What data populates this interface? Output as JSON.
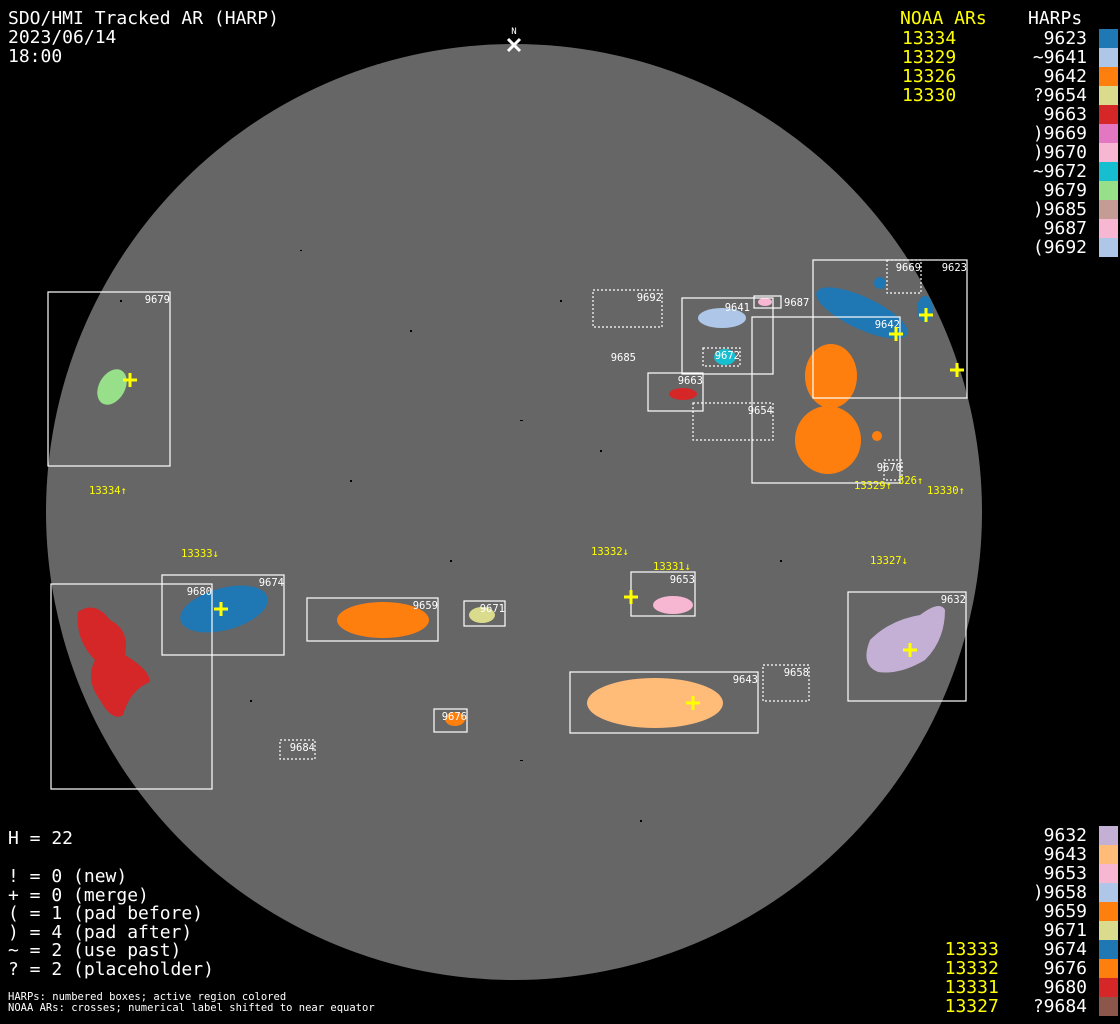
{
  "header": {
    "title": "SDO/HMI Tracked AR (HARP)",
    "date": "2023/06/14",
    "time": "18:00",
    "north_label": "N"
  },
  "legend_top": {
    "noaa_heading": "NOAA ARs",
    "harps_heading": "HARPs",
    "noaa": [
      "13334",
      "13329",
      "13326",
      "13330"
    ],
    "harps": [
      {
        "label": " 9623",
        "color": "#1f77b4"
      },
      {
        "label": "~9641",
        "color": "#aec7e8"
      },
      {
        "label": " 9642",
        "color": "#ff7f0e"
      },
      {
        "label": "?9654",
        "color": "#dbdb8d"
      },
      {
        "label": " 9663",
        "color": "#d62728"
      },
      {
        "label": ")9669",
        "color": "#e377c2"
      },
      {
        "label": ")9670",
        "color": "#f7b6d2"
      },
      {
        "label": "~9672",
        "color": "#17becf"
      },
      {
        "label": " 9679",
        "color": "#98df8a"
      },
      {
        "label": ")9685",
        "color": "#c49c94"
      },
      {
        "label": " 9687",
        "color": "#f7b6d2"
      },
      {
        "label": "(9692",
        "color": "#aec7e8"
      }
    ]
  },
  "legend_bottom": {
    "noaa": [
      "",
      "",
      "",
      "",
      "",
      "",
      "13333",
      "13332",
      "13331",
      "13327"
    ],
    "harps": [
      {
        "label": " 9632",
        "color": "#c5b0d5"
      },
      {
        "label": " 9643",
        "color": "#ffbb78"
      },
      {
        "label": " 9653",
        "color": "#f7b6d2"
      },
      {
        "label": ")9658",
        "color": "#aec7e8"
      },
      {
        "label": " 9659",
        "color": "#ff7f0e"
      },
      {
        "label": " 9671",
        "color": "#dbdb8d"
      },
      {
        "label": " 9674",
        "color": "#1f77b4"
      },
      {
        "label": " 9676",
        "color": "#ff7f0e"
      },
      {
        "label": " 9680",
        "color": "#d62728"
      },
      {
        "label": "?9684",
        "color": "#8c564b"
      }
    ]
  },
  "stats": {
    "h": "H = 22",
    "lines": [
      "! = 0 (new)",
      "+ = 0 (merge)",
      "( = 1 (pad before)",
      ") = 4 (pad after)",
      "~ = 2 (use past)",
      "? = 2 (placeholder)"
    ]
  },
  "footer": {
    "line1": "HARPs: numbered boxes; active region colored",
    "line2": "NOAA ARs: crosses; numerical label shifted to near equator"
  },
  "disk": {
    "harp_labels": {
      "h9679": "9679",
      "h9692": "9692",
      "h9641": "9641",
      "h9687": "9687",
      "h9685": "9685",
      "h9672": "9672",
      "h9663": "9663",
      "h9654": "9654",
      "h9642": "9642",
      "h9669": "9669",
      "h9623": "9623",
      "h9670": "9670",
      "h9680": "9680",
      "h9674": "9674",
      "h9659": "9659",
      "h9671": "9671",
      "h9653": "9653",
      "h9632": "9632",
      "h9643": "9643",
      "h9658": "9658",
      "h9676": "9676",
      "h9684": "9684"
    },
    "noaa_labels": {
      "n13334": "13334↑",
      "n13329": "13329↑",
      "n13326": "326↑",
      "n13330": "13330↑",
      "n13333": "13333↓",
      "n13332": "13332↓",
      "n13331": "13331↓",
      "n13327": "13327↓"
    }
  }
}
